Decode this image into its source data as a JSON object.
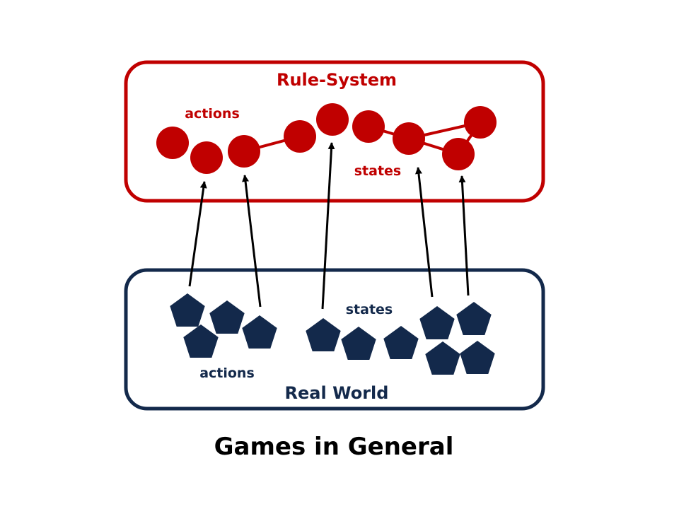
{
  "title": "Games in General",
  "rule_system": {
    "title": "Rule-System",
    "actions_label": "actions",
    "states_label": "states",
    "color": "#c00000"
  },
  "real_world": {
    "title": "Real World",
    "actions_label": "actions",
    "states_label": "states",
    "color": "#13294b"
  },
  "arrow_color": "#000000"
}
